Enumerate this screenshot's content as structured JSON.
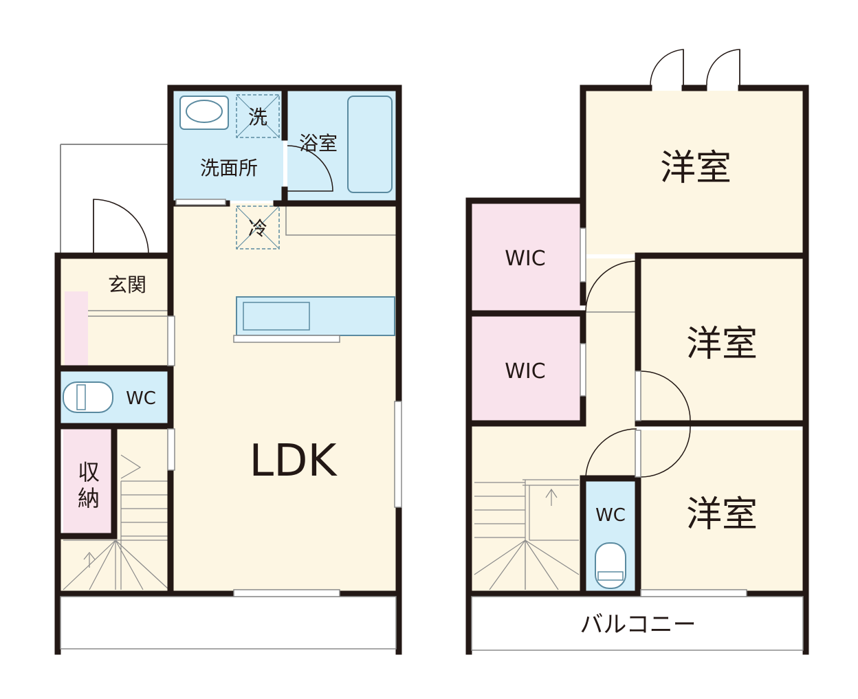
{
  "colors": {
    "wall": "#231815",
    "living": "#fdf6e3",
    "water": "#d3eef9",
    "storage": "#f9e3ec",
    "fixture_stroke": "#5a8aa0",
    "thin_line": "#8a8a8a"
  },
  "floor1": {
    "rooms": {
      "senmen": "洗面所",
      "sen": "洗",
      "yokushitsu": "浴室",
      "rei": "冷",
      "genkan": "玄関",
      "wc": "WC",
      "shuno_1": "収",
      "shuno_2": "納",
      "ldk": "LDK"
    }
  },
  "floor2": {
    "rooms": {
      "youshitsu_top": "洋室",
      "youshitsu_mid": "洋室",
      "youshitsu_bottom": "洋室",
      "wic_top": "WIC",
      "wic_bottom": "WIC",
      "wc": "WC",
      "balcony": "バルコニー"
    }
  }
}
